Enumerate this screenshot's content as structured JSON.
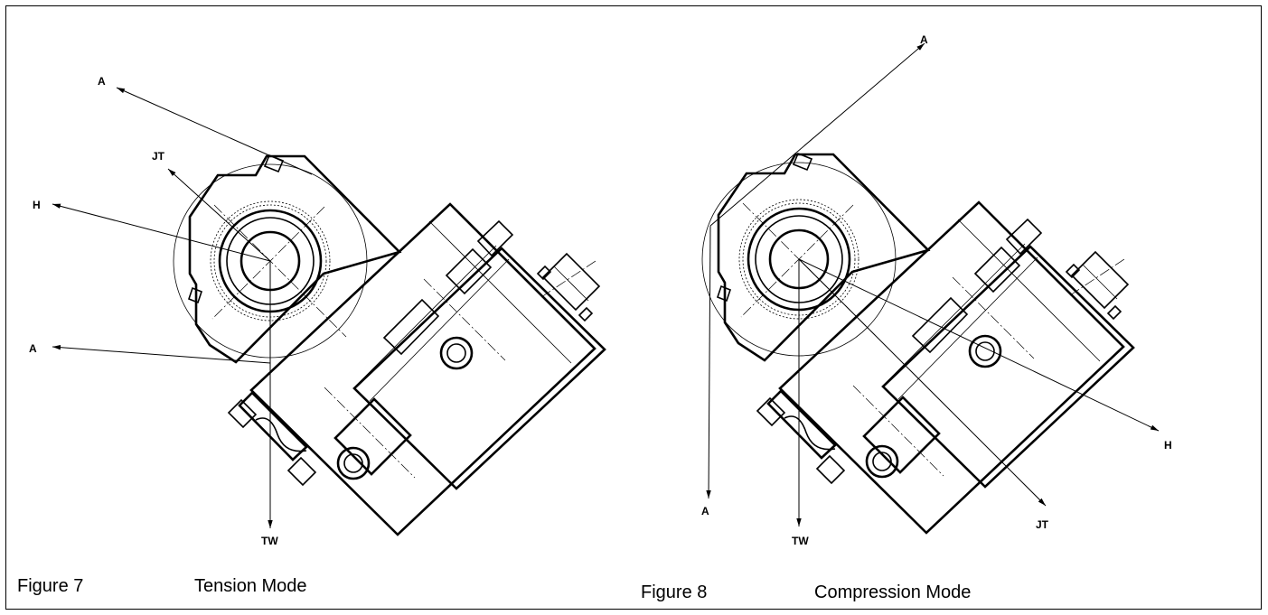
{
  "figures": [
    {
      "caption_number": "Figure 7",
      "caption_title": "Tension Mode",
      "labels": {
        "a_top": "A",
        "jt": "JT",
        "h": "H",
        "a_mid": "A",
        "tw": "TW"
      }
    },
    {
      "caption_number": "Figure 8",
      "caption_title": "Compression Mode",
      "labels": {
        "a_top": "A",
        "h": "H",
        "a_bottom": "A",
        "tw": "TW",
        "jt": "JT"
      }
    }
  ]
}
